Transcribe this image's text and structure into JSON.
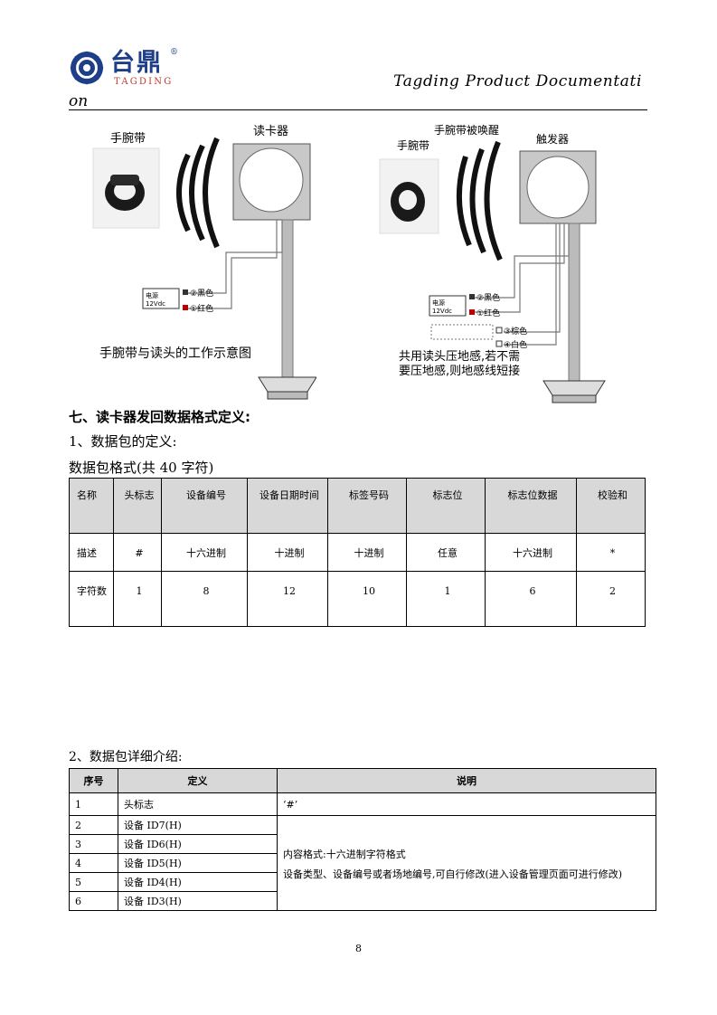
{
  "header": {
    "logo_cn": "台鼎",
    "logo_reg": "®",
    "logo_en": "TAGDING",
    "doc_title_line1": "Tagding Product Documentati",
    "doc_title_line2": "on"
  },
  "diagram_left": {
    "wristband_label": "手腕带",
    "reader_label": "读卡器",
    "power_label": "电源",
    "power_voltage": "12Vdc",
    "wire_black": "②黑色",
    "wire_red": "①红色",
    "caption": "手腕带与读头的工作示意图"
  },
  "diagram_right": {
    "woken_label": "手腕带被唤醒",
    "wristband_label": "手腕带",
    "trigger_label": "触发器",
    "power_label": "电源",
    "power_voltage": "12Vdc",
    "wire_black": "②黑色",
    "wire_red": "①红色",
    "wire_brown": "③棕色",
    "wire_white": "④白色",
    "note_line1": "共用读头压地感,若不需",
    "note_line2": "要压地感,则地感线短接"
  },
  "section_heading": "七、读卡器发回数据格式定义:",
  "sub_heading_1": "1、数据包的定义:",
  "packet_format": "数据包格式(共 40 字符)",
  "format_table": {
    "header": [
      "名称",
      "头标志",
      "设备编号",
      "设备日期时间",
      "标签号码",
      "标志位",
      "标志位数据",
      "校验和"
    ],
    "desc_row": [
      "描述",
      "#",
      "十六进制",
      "十进制",
      "十进制",
      "任意",
      "十六进制",
      "*"
    ],
    "count_row": [
      "字符数",
      "1",
      "8",
      "12",
      "10",
      "1",
      "6",
      "2"
    ]
  },
  "sub_heading_2": "2、数据包详细介绍:",
  "detail_table": {
    "headers": [
      "序号",
      "定义",
      "说明"
    ],
    "rows": [
      {
        "no": "1",
        "def": "头标志",
        "note": "‘#’"
      },
      {
        "no": "2",
        "def": "设备 ID7(H)"
      },
      {
        "no": "3",
        "def": "设备 ID6(H)"
      },
      {
        "no": "4",
        "def": "设备 ID5(H)"
      },
      {
        "no": "5",
        "def": "设备 ID4(H)"
      },
      {
        "no": "6",
        "def": "设备 ID3(H)"
      }
    ],
    "merged_note_line1": "内容格式:十六进制字符格式",
    "merged_note_line2": "设备类型、设备编号或者场地编号,可自行修改(进入设备管理页面可进行修改)"
  },
  "page_number": "8"
}
